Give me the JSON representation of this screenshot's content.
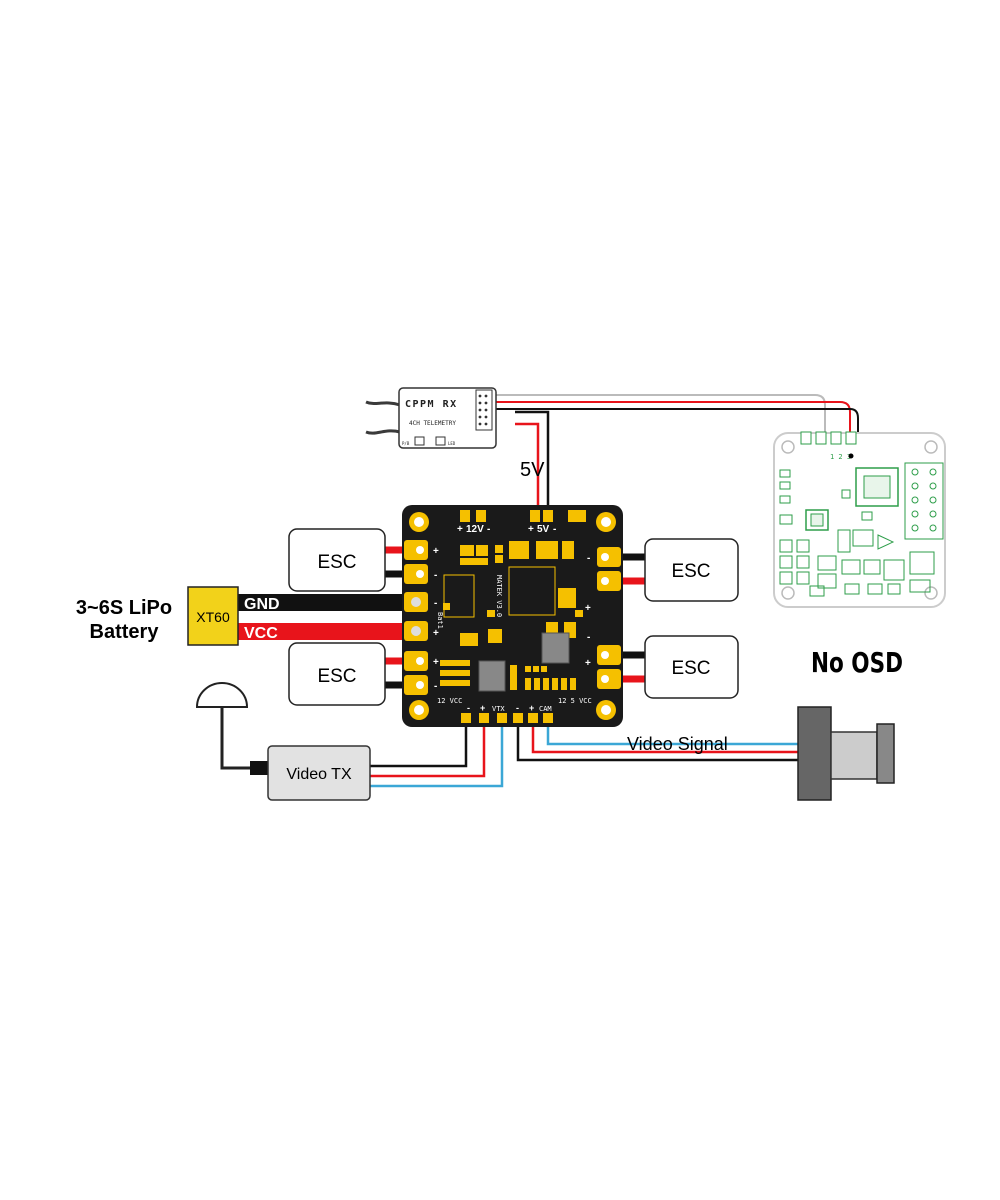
{
  "battery": {
    "line1": "3~6S LiPo",
    "line2": "Battery",
    "connector": "XT60"
  },
  "wires": {
    "gnd": "GND",
    "vcc": "VCC",
    "five_v": "5V",
    "video_signal": "Video Signal"
  },
  "esc": {
    "top_left": "ESC",
    "bottom_left": "ESC",
    "top_right": "ESC",
    "bottom_right": "ESC"
  },
  "receiver": {
    "title": "CPPM RX",
    "subtitle": "4CH TELEMETRY",
    "label_left": "P/B",
    "label_right": "LED"
  },
  "video_tx": {
    "label": "Video TX"
  },
  "board": {
    "label_12v": "12V",
    "label_5v": "5V",
    "plus_12v": "+",
    "minus_12v": "-",
    "plus_5v": "+",
    "minus_5v": "-",
    "model": "MATEK V3.0",
    "batt": "Bat1",
    "bottom_left": "12 VCC",
    "bottom_vtx_minus": "-",
    "bottom_vtx_plus": "+",
    "bottom_vtx": "VTX",
    "bottom_cam_minus": "-",
    "bottom_cam_plus": "+",
    "bottom_cam": "CAM",
    "bottom_right": "12  5  VCC",
    "pad_plus": "+",
    "pad_minus": "-"
  },
  "flight_controller": {
    "pins": "1  2  3",
    "note": "No OSD"
  },
  "colors": {
    "board": "#1a1a1a",
    "gold": "#f5c000",
    "red_wire": "#e8141b",
    "black_wire": "#111111",
    "blue_wire": "#3ba7d6",
    "green_silk": "#2e9e4a",
    "xt60": "#f2d21a",
    "box_fill": "#ffffff",
    "vtx_fill": "#e2e2e2"
  }
}
